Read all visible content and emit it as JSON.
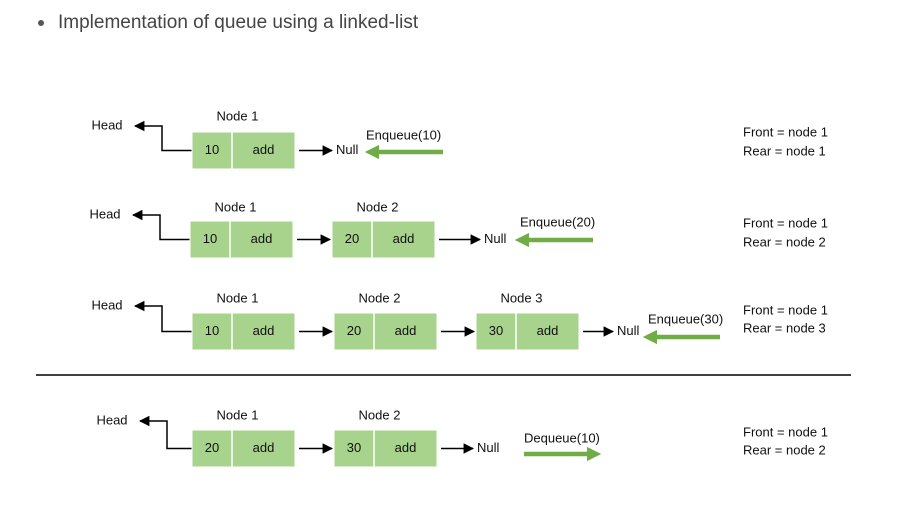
{
  "heading": "Implementation of queue using a linked-list",
  "colors": {
    "node_fill": "#a8d38d",
    "node_border": "#ffffff",
    "op_arrow": "#70ad47",
    "line": "#000000"
  },
  "rows": [
    {
      "head": "Head",
      "nodes": [
        {
          "label": "Node 1",
          "value": "10",
          "field": "add"
        }
      ],
      "null": "Null",
      "op": {
        "label": "Enqueue(10)",
        "direction": "left"
      },
      "front": "Front = node 1",
      "rear": "Rear = node 1"
    },
    {
      "head": "Head",
      "nodes": [
        {
          "label": "Node 1",
          "value": "10",
          "field": "add"
        },
        {
          "label": "Node 2",
          "value": "20",
          "field": "add"
        }
      ],
      "null": "Null",
      "op": {
        "label": "Enqueue(20)",
        "direction": "left"
      },
      "front": "Front = node 1",
      "rear": "Rear = node 2"
    },
    {
      "head": "Head",
      "nodes": [
        {
          "label": "Node 1",
          "value": "10",
          "field": "add"
        },
        {
          "label": "Node 2",
          "value": "20",
          "field": "add"
        },
        {
          "label": "Node 3",
          "value": "30",
          "field": "add"
        }
      ],
      "null": "Null",
      "op": {
        "label": "Enqueue(30)",
        "direction": "left"
      },
      "front": "Front = node 1",
      "rear": "Rear = node 3"
    },
    {
      "head": "Head",
      "nodes": [
        {
          "label": "Node 1",
          "value": "20",
          "field": "add"
        },
        {
          "label": "Node 2",
          "value": "30",
          "field": "add"
        }
      ],
      "null": "Null",
      "op": {
        "label": "Dequeue(10)",
        "direction": "right"
      },
      "front": "Front = node 1",
      "rear": "Rear = node 2"
    }
  ]
}
